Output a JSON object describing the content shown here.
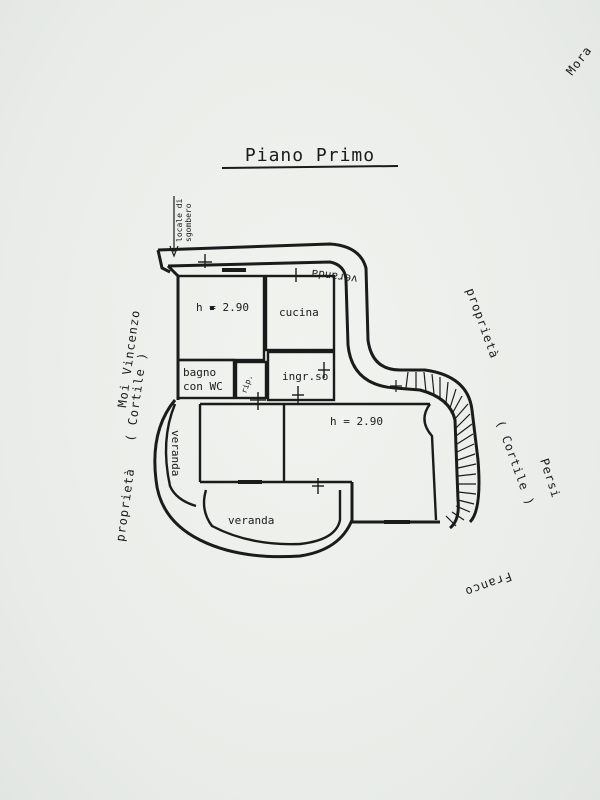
{
  "title": "Piano Primo",
  "rooms": {
    "room1_height": "h = 2.90",
    "kitchen": "cucina",
    "bath_line1": "bagno",
    "bath_line2": "con WC",
    "closet": "rip.",
    "entrance": "ingr.so",
    "living_height": "h = 2.90",
    "veranda_side": "veranda",
    "veranda_bottom": "veranda",
    "veranda_top": "veranda"
  },
  "annotations": {
    "storage_line1": "locale di",
    "storage_line2": "sgombero"
  },
  "neighbors": {
    "left_line1": "Moi  Vincenzo",
    "left_line2": "( Cortile )",
    "left_line3": "proprietà",
    "right_line1": "proprietà",
    "right_line2": "( Cortile )",
    "right_line3": "Persi",
    "right_line4": "Franco",
    "corner": "Mora"
  },
  "colors": {
    "paper": "#eef0ec",
    "ink": "#1b1b1b"
  }
}
